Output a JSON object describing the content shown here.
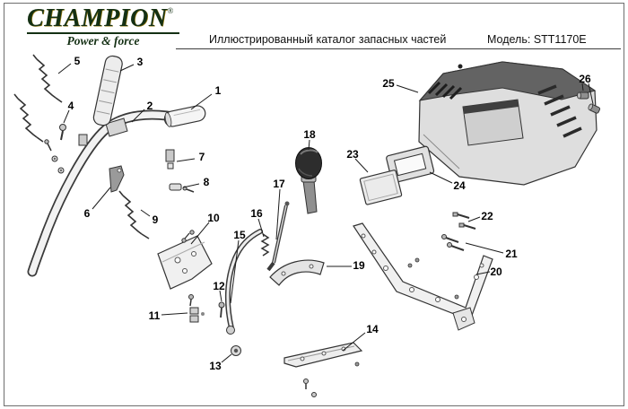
{
  "header": {
    "brand": "CHAMPION",
    "registered_mark": "®",
    "tagline": "Power & force",
    "catalog_title": "Иллюстрированный каталог запасных частей",
    "model": "Модель: STT1170E"
  },
  "diagram": {
    "parts": [
      "1",
      "2",
      "3",
      "4",
      "5",
      "6",
      "7",
      "8",
      "9",
      "10",
      "11",
      "12",
      "13",
      "14",
      "15",
      "16",
      "17",
      "18",
      "19",
      "20",
      "21",
      "22",
      "23",
      "24",
      "25",
      "26"
    ]
  }
}
